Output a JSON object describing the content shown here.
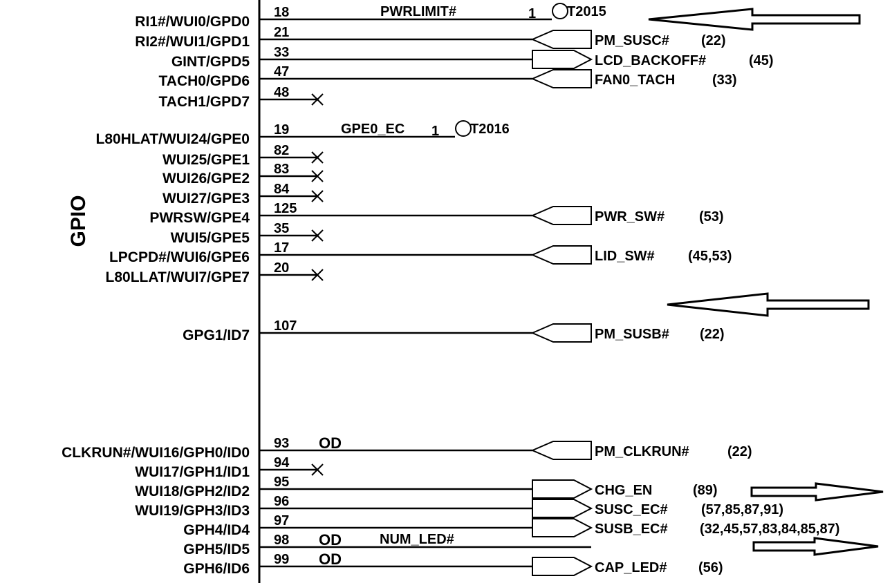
{
  "section_label": "GPIO",
  "pins": [
    {
      "name": "RI1#/WUI0/GPD0",
      "num": "18",
      "net": "PWRLIMIT#",
      "tp": "T2015",
      "tp_pin": "1",
      "kind": "testpoint"
    },
    {
      "name": "RI2#/WUI1/GPD1",
      "num": "21",
      "net": "PM_SUSC#",
      "ref": "(22)",
      "kind": "in"
    },
    {
      "name": "GINT/GPD5",
      "num": "33",
      "net": "LCD_BACKOFF#",
      "ref": "(45)",
      "kind": "out"
    },
    {
      "name": "TACH0/GPD6",
      "num": "47",
      "net": "FAN0_TACH",
      "ref": "(33)",
      "kind": "in"
    },
    {
      "name": "TACH1/GPD7",
      "num": "48",
      "kind": "nc"
    },
    {
      "name": "L80HLAT/WUI24/GPE0",
      "num": "19",
      "net": "GPE0_EC",
      "tp": "T2016",
      "tp_pin": "1",
      "kind": "testpoint"
    },
    {
      "name": "WUI25/GPE1",
      "num": "82",
      "kind": "nc"
    },
    {
      "name": "WUI26/GPE2",
      "num": "83",
      "kind": "nc"
    },
    {
      "name": "WUI27/GPE3",
      "num": "84",
      "kind": "nc"
    },
    {
      "name": "PWRSW/GPE4",
      "num": "125",
      "net": "PWR_SW#",
      "ref": "(53)",
      "kind": "in"
    },
    {
      "name": "WUI5/GPE5",
      "num": "35",
      "kind": "nc"
    },
    {
      "name": "LPCPD#/WUI6/GPE6",
      "num": "17",
      "net": "LID_SW#",
      "ref": "(45,53)",
      "kind": "in"
    },
    {
      "name": "L80LLAT/WUI7/GPE7",
      "num": "20",
      "kind": "nc"
    },
    {
      "name": "GPG1/ID7",
      "num": "107",
      "net": "PM_SUSB#",
      "ref": "(22)",
      "kind": "in"
    },
    {
      "name": "CLKRUN#/WUI16/GPH0/ID0",
      "num": "93",
      "od": "OD",
      "net": "PM_CLKRUN#",
      "ref": "(22)",
      "kind": "in"
    },
    {
      "name": "WUI17/GPH1/ID1",
      "num": "94",
      "kind": "nc"
    },
    {
      "name": "WUI18/GPH2/ID2",
      "num": "95",
      "net": "CHG_EN",
      "ref": "(89)",
      "kind": "out"
    },
    {
      "name": "WUI19/GPH3/ID3",
      "num": "96",
      "net": "SUSC_EC#",
      "ref": "(57,85,87,91)",
      "kind": "out"
    },
    {
      "name": "GPH4/ID4",
      "num": "97",
      "net": "SUSB_EC#",
      "ref": "(32,45,57,83,84,85,87)",
      "kind": "out"
    },
    {
      "name": "GPH5/ID5",
      "num": "98",
      "od": "OD",
      "net": "NUM_LED#",
      "kind": "wire"
    },
    {
      "name": "GPH6/ID6",
      "num": "99",
      "od": "OD",
      "net": "CAP_LED#",
      "ref": "(56)",
      "kind": "out"
    }
  ],
  "arrows": [
    {
      "direction": "left"
    },
    {
      "direction": "left"
    },
    {
      "direction": "right"
    },
    {
      "direction": "right"
    }
  ]
}
